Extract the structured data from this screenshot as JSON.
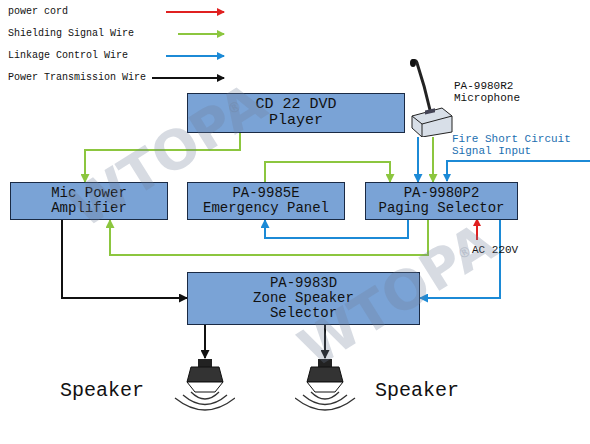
{
  "diagram": {
    "nodes": [
      {
        "text": [
          "CD 22 DVD Player"
        ]
      },
      {
        "text": [
          "Mic Power Amplifier"
        ]
      },
      {
        "text": [
          "PA-9985E Emergency Panel"
        ]
      },
      {
        "text": [
          "PA-9980P2 Paging Selector"
        ]
      },
      {
        "text": [
          "PA-9980R2 Microphone"
        ]
      },
      {
        "text": [
          "PA-9983D Zone Speaker Selector"
        ]
      },
      {
        "text": [
          "Speaker"
        ]
      },
      {
        "text": [
          "Speaker"
        ]
      }
    ],
    "edges": [
      {
        "from": 0,
        "to": 1,
        "arrow": "to"
      },
      {
        "from": 2,
        "to": 3,
        "arrow": "to"
      },
      {
        "from": 4,
        "to": 3,
        "arrow": "to"
      },
      {
        "from": 4,
        "to": 3,
        "arrow": "to"
      },
      {
        "from": 3,
        "to": 2,
        "arrow": "to"
      },
      {
        "from": 3,
        "to": 1,
        "arrow": "to"
      },
      {
        "from": 1,
        "to": 5,
        "arrow": "to"
      },
      {
        "from": 3,
        "to": 5,
        "arrow": "to"
      },
      {
        "from": 5,
        "to": 6,
        "arrow": "to"
      },
      {
        "from": 5,
        "to": 7,
        "arrow": "to"
      }
    ],
    "labels": [
      "Fire Short Circuit Signal Input",
      "AC 220V",
      "WTOPA",
      "®",
      "WTOPA",
      "®"
    ],
    "legend": [
      {
        "text": "power cord"
      },
      {
        "text": "Shielding Signal Wire"
      },
      {
        "text": "Linkage Control Wire"
      },
      {
        "text": "Power Transmission Wire"
      }
    ]
  }
}
